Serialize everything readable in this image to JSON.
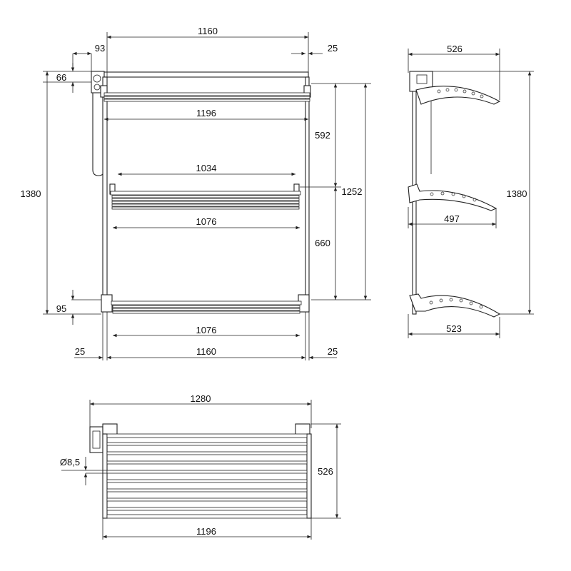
{
  "front_view": {
    "width_top": "1160",
    "offset_left_top": "93",
    "offset_right_top": "25",
    "bracket_height": "66",
    "upper_rack_width": "1196",
    "middle_rack_outer_width": "1034",
    "middle_rack_width": "1076",
    "lower_rack_width": "1076",
    "bottom_width": "1160",
    "bottom_offset_left": "25",
    "bottom_offset_right": "25",
    "total_height": "1380",
    "upper_spacing": "592",
    "rail_height": "1252",
    "lower_spacing": "660",
    "bottom_offset_height": "95"
  },
  "side_view": {
    "top_depth": "526",
    "total_height": "1380",
    "middle_depth": "497",
    "bottom_depth": "523"
  },
  "top_view": {
    "overall_width": "1280",
    "depth": "526",
    "rod_diameter": "Ø8,5",
    "rack_width": "1196"
  },
  "colors": {
    "line": "#222222",
    "background": "#ffffff"
  }
}
